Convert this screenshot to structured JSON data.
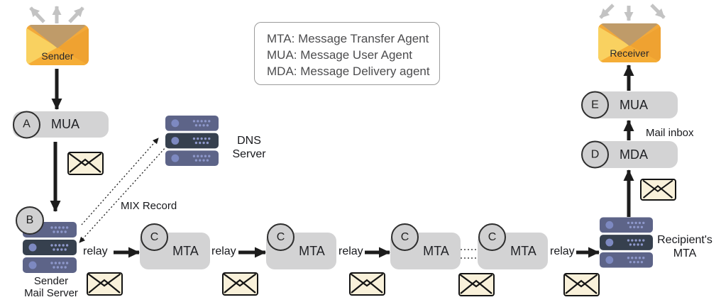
{
  "legend": {
    "lines": [
      "MTA: Message Transfer Agent",
      "MUA: Message User Agent",
      "MDA: Message Delivery agent"
    ]
  },
  "endpoints": {
    "sender_label": "Sender",
    "receiver_label": "Receiver"
  },
  "nodes": {
    "mua_a": {
      "badge": "A",
      "label": "MUA"
    },
    "mta1": {
      "badge": "C",
      "label": "MTA"
    },
    "mta2": {
      "badge": "C",
      "label": "MTA"
    },
    "mta3": {
      "badge": "C",
      "label": "MTA"
    },
    "mta4": {
      "badge": "C",
      "label": "MTA"
    },
    "mda_d": {
      "badge": "D",
      "label": "MDA"
    },
    "mua_e": {
      "badge": "E",
      "label": "MUA"
    }
  },
  "servers": {
    "sender_mail": {
      "badge": "B",
      "caption_line1": "Sender",
      "caption_line2": "Mail Server"
    },
    "dns": {
      "caption_line1": "DNS",
      "caption_line2": "Server"
    },
    "recipient": {
      "caption_line1": "Recipient's",
      "caption_line2": "MTA"
    }
  },
  "labels": {
    "relay": "relay",
    "mix_record": "MIX Record",
    "mail_inbox": "Mail inbox"
  },
  "colors": {
    "envelope_orange": "#f2a93b",
    "envelope_flap": "#bf9b69",
    "mail_icon_fill": "#f9f1da",
    "server_slab": "#5d6488",
    "server_slab_dark": "#36404e",
    "pill_gray": "#d3d3d4",
    "arrow_black": "#1c1c1c",
    "arrow_gray": "#c3c3c3"
  }
}
